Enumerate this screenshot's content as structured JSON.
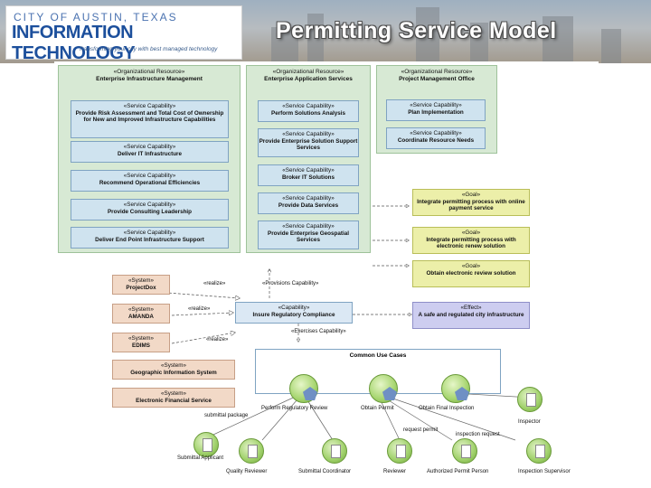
{
  "header": {
    "logo_line1": "CITY OF AUSTIN, TEXAS",
    "logo_line2": "INFORMATION TECHNOLOGY",
    "logo_tagline": "Transforming your city with best managed technology",
    "title": "Permitting Service Model"
  },
  "lanes": [
    {
      "stereotype": "«Organizational Resource»",
      "name": "Enterprise Infrastructure Management",
      "items": [
        {
          "stereotype": "«Service Capability»",
          "name": "Provide Risk Assessment and Total Cost of Ownership for New and Improved Infrastructure Capabilities"
        },
        {
          "stereotype": "«Service Capability»",
          "name": "Deliver IT Infrastructure"
        },
        {
          "stereotype": "«Service Capability»",
          "name": "Recommend Operational Efficiencies"
        },
        {
          "stereotype": "«Service Capability»",
          "name": "Provide Consulting Leadership"
        },
        {
          "stereotype": "«Service Capability»",
          "name": "Deliver End Point Infrastructure Support"
        }
      ]
    },
    {
      "stereotype": "«Organizational Resource»",
      "name": "Enterprise Application Services",
      "items": [
        {
          "stereotype": "«Service Capability»",
          "name": "Perform Solutions Analysis"
        },
        {
          "stereotype": "«Service Capability»",
          "name": "Provide Enterprise Solution Support Services"
        },
        {
          "stereotype": "«Service Capability»",
          "name": "Broker IT Solutions"
        },
        {
          "stereotype": "«Service Capability»",
          "name": "Provide Data Services"
        },
        {
          "stereotype": "«Service Capability»",
          "name": "Provide Enterprise Geospatial Services"
        }
      ]
    },
    {
      "stereotype": "«Organizational Resource»",
      "name": "Project Management Office",
      "items": [
        {
          "stereotype": "«Service Capability»",
          "name": "Plan Implementation"
        },
        {
          "stereotype": "«Service Capability»",
          "name": "Coordinate Resource Needs"
        }
      ]
    }
  ],
  "goals": [
    {
      "stereotype": "«Goal»",
      "name": "Integrate permitting process with online payment service"
    },
    {
      "stereotype": "«Goal»",
      "name": "Integrate permitting process with electronic renew solution"
    },
    {
      "stereotype": "«Goal»",
      "name": "Obtain electronic review solution"
    }
  ],
  "effect": {
    "stereotype": "«Effect»",
    "name": "A safe and regulated city infrastructure"
  },
  "systems": [
    {
      "stereotype": "«System»",
      "name": "ProjectDox"
    },
    {
      "stereotype": "«System»",
      "name": "AMANDA"
    },
    {
      "stereotype": "«System»",
      "name": "EDIMS"
    },
    {
      "stereotype": "«System»",
      "name": "Geographic Information System"
    },
    {
      "stereotype": "«System»",
      "name": "Electronic Financial Service"
    }
  ],
  "capability": {
    "stereotype": "«Capability»",
    "name": "Insure Regulatory Compliance"
  },
  "edge_labels": {
    "realize1": "«realize»",
    "realize2": "«realize»",
    "realize3": "«realize»",
    "provisions": "«Provisions Capability»",
    "exercises": "«Exercises Capability»",
    "submittal_package": "submittal package",
    "request_permit": "request permit",
    "inspection_request": "inspection request"
  },
  "use_case_box": {
    "title": "Common Use Cases",
    "use_cases": [
      "Perform Regulatory Review",
      "Obtain Permit",
      "Obtain Final Inspection"
    ]
  },
  "actors": [
    "Inspector",
    "Submittal Applicant",
    "Quality Reviewer",
    "Submittal Coordinator",
    "Reviewer",
    "Authorized Permit Person",
    "Inspection Supervisor"
  ],
  "colors": {
    "lane_bg": "#d7e9d4",
    "service_box": "#cfe3ef",
    "goal_box": "#ecefa9",
    "effect_box": "#cdcdf0",
    "system_box": "#f2d9c7",
    "actor_green": "#9fd06a",
    "title_white": "#ffffff",
    "logo_blue": "#1c4f9c"
  }
}
